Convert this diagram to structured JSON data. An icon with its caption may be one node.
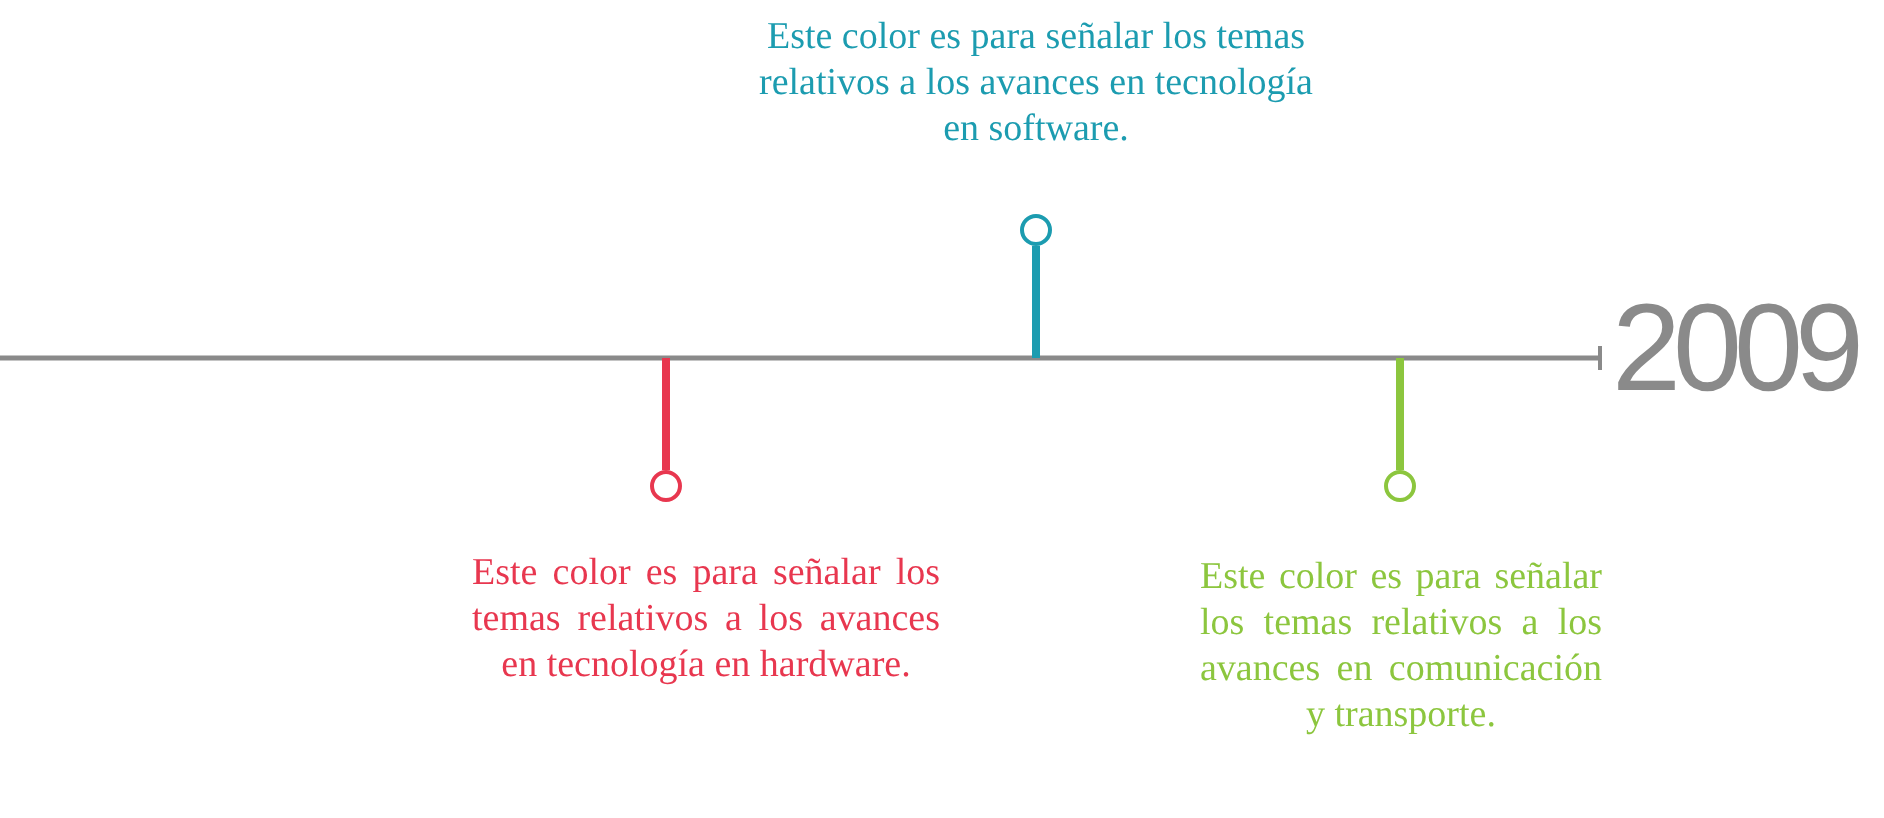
{
  "diagram": {
    "labels": [
      "2009"
    ],
    "legend": [
      {
        "text": "Este color es para señalar los temas relativos a los avances en tecnología en software.",
        "color": "#1c9cb0"
      },
      {
        "text": "Este color es para señalar los temas relativos a los avances en tecnología en hardware.",
        "color": "#e8374f"
      },
      {
        "text": "Este color es para señalar los temas relativos a los avances en comunicación y transporte.",
        "color": "#8cc63e"
      }
    ]
  }
}
